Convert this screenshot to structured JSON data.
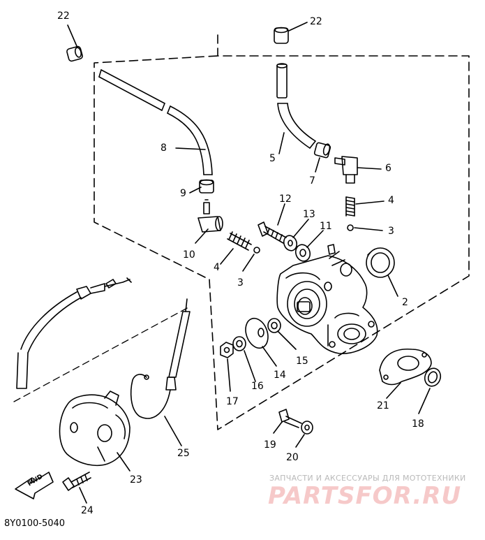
{
  "diagram": {
    "part_numbers": [
      "22",
      "22",
      "8",
      "5",
      "7",
      "6",
      "9",
      "4",
      "12",
      "13",
      "11",
      "3",
      "10",
      "4",
      "3",
      "2",
      "15",
      "14",
      "16",
      "17",
      "21",
      "18",
      "19",
      "20",
      "23",
      "24",
      "25"
    ],
    "direction_label": "FWD",
    "drawing_code": "8Y0100-5040",
    "watermark": {
      "tagline": "ЗАПЧАСТИ И АКСЕССУАРЫ ДЛЯ МОТОТЕХНИКИ",
      "logo": "PARTSFOR.RU"
    },
    "colors": {
      "ink": "#000000",
      "watermark_logo": "#f6c9c9",
      "watermark_text": "#b9b9b9"
    }
  }
}
